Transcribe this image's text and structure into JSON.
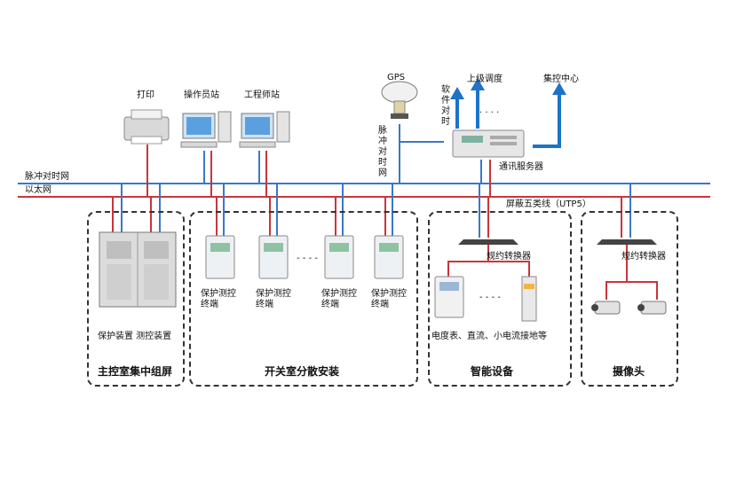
{
  "network": {
    "timing_net_label": "脉冲对时网",
    "ethernet_label": "以太网",
    "cable_label": "屏蔽五类线（UTP5）",
    "colors": {
      "timing": "#3a78c8",
      "ethernet": "#c8363a",
      "uplink": "#1e73c8",
      "zone_border": "#333333"
    }
  },
  "top_devices": {
    "printer": "打印",
    "operator_station": "操作员站",
    "engineer_station": "工程师站"
  },
  "gps": {
    "label": "GPS",
    "pulse_label": "脉冲对时网",
    "software_sync": "软件对时",
    "dots": "· · · ·"
  },
  "comm_server": {
    "label": "通讯服务器",
    "upper_dispatch": "上级调度",
    "control_center": "集控中心"
  },
  "groups": [
    {
      "title": "主控室集中组屏",
      "caption": "保护装置 测控装置"
    },
    {
      "title": "开关室分散安装",
      "terminal_label": "保护测控终端",
      "dots": "- - - -"
    },
    {
      "title": "智能设备",
      "converter_label": "规约转换器",
      "caption": "电度表、直流、小电流接地等",
      "dots": "- - - -"
    },
    {
      "title": "摄像头",
      "converter_label": "规约转换器"
    }
  ]
}
